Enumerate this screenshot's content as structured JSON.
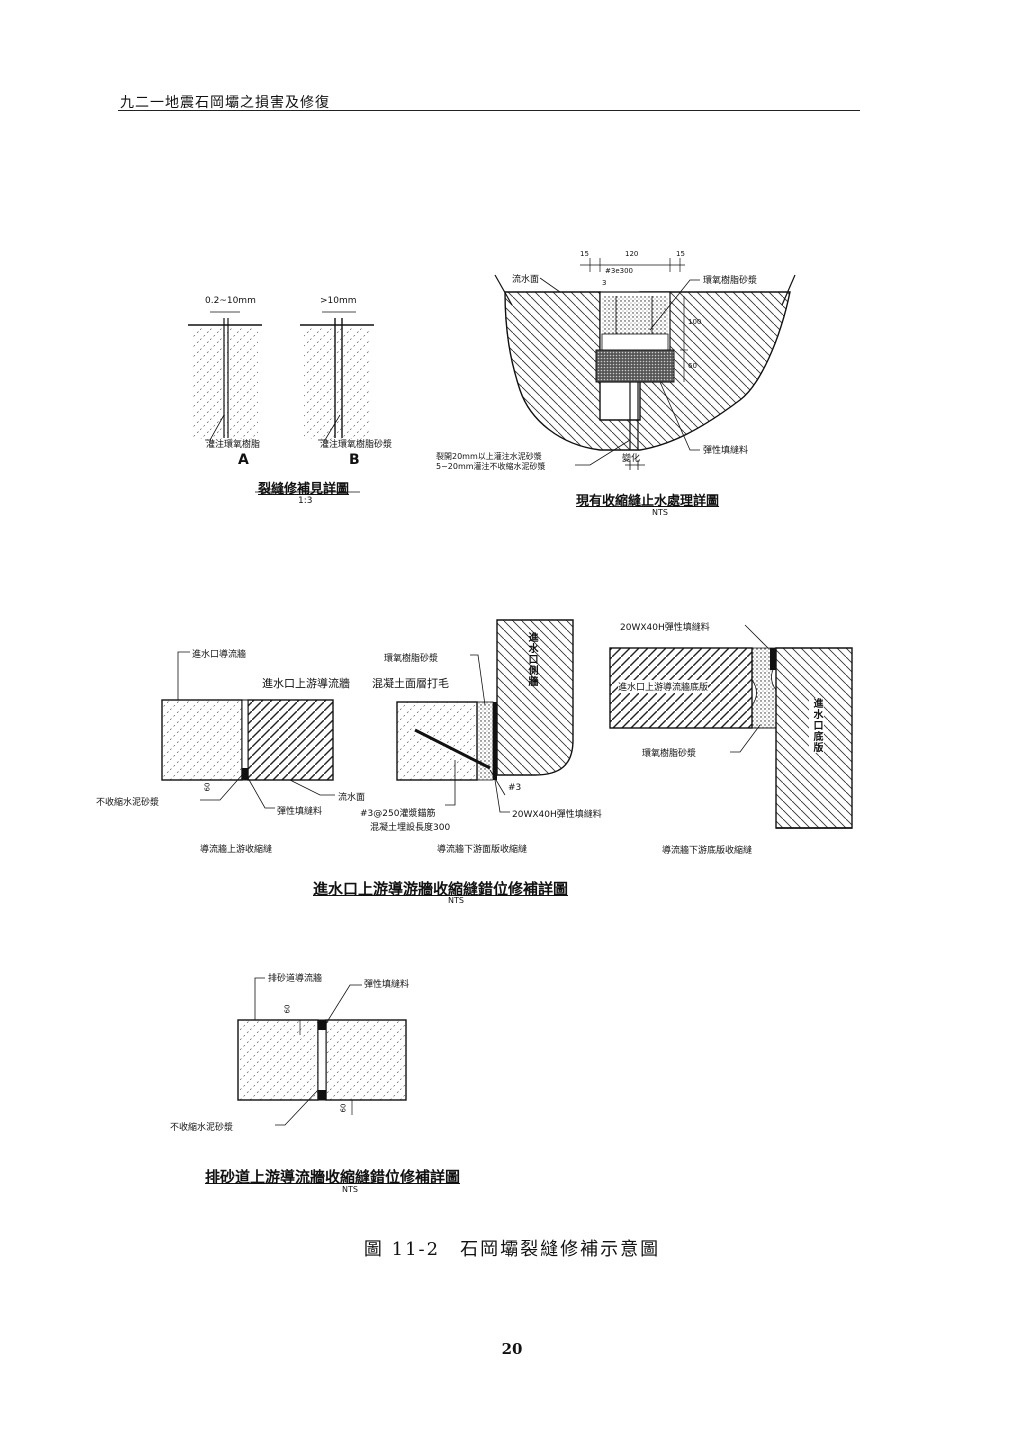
{
  "header": {
    "title": "九二一地震石岡壩之損害及修復"
  },
  "fig1": {
    "dim_a": "0.2~10mm",
    "dim_b": ">10mm",
    "label_a": "灌注環氧樹脂",
    "label_b": "灌注環氧樹脂砂漿",
    "letter_a": "A",
    "letter_b": "B",
    "title": "裂縫修補見詳圖",
    "scale": "1:3"
  },
  "fig2": {
    "dim_15a": "15",
    "dim_120": "120",
    "dim_15b": "15",
    "dim_3e300": "#3e300",
    "dim_3": "3",
    "dim_100": "100",
    "dim_60": "60",
    "water_face": "流水面",
    "epoxy_mortar": "環氧樹脂砂漿",
    "elastic": "彈性填縫料",
    "note1": "裂開20mm以上灌注水泥砂漿",
    "note2": "5~20mm灌注不收縮水泥砂漿",
    "change": "變化",
    "title": "現有收縮縫止水處理詳圖",
    "scale": "NTS"
  },
  "fig3": {
    "guide_wall": "進水口導流牆",
    "nonshrink": "不收縮水泥砂漿",
    "dim_60": "60",
    "elastic": "彈性填縫料",
    "water_face": "流水面",
    "sub1": "導流牆上游收縮縫",
    "epoxy_mortar": "環氧樹脂砂漿",
    "upstream_guide": "進水口上游導流牆",
    "roughen": "混凝土面層打毛",
    "side_wall": "進水口側牆",
    "rebar": "#3@250灌漿錨筋",
    "embed": "混凝土埋設長度300",
    "bar3": "#3",
    "elastic2": "20WX40H彈性填縫料",
    "sub2": "導流牆下游面版收縮縫",
    "elastic3": "20WX40H彈性填縫料",
    "slab_upstream": "進水口上游導流牆底版",
    "epoxy_mortar2": "環氧樹脂砂漿",
    "bottom_slab": "進水口底版",
    "sub3": "導流牆下游底版收縮縫",
    "title": "進水口上游導游牆收縮縫錯位修補詳圖",
    "scale": "NTS"
  },
  "fig4": {
    "sluice_wall": "排砂道導流牆",
    "elastic": "彈性填縫料",
    "dim_60a": "60",
    "dim_60b": "60",
    "nonshrink": "不收縮水泥砂漿",
    "title": "排砂道上游導流牆收縮縫錯位修補詳圖",
    "scale": "NTS"
  },
  "caption": "圖 11-2　石岡壩裂縫修補示意圖",
  "page_number": "20"
}
